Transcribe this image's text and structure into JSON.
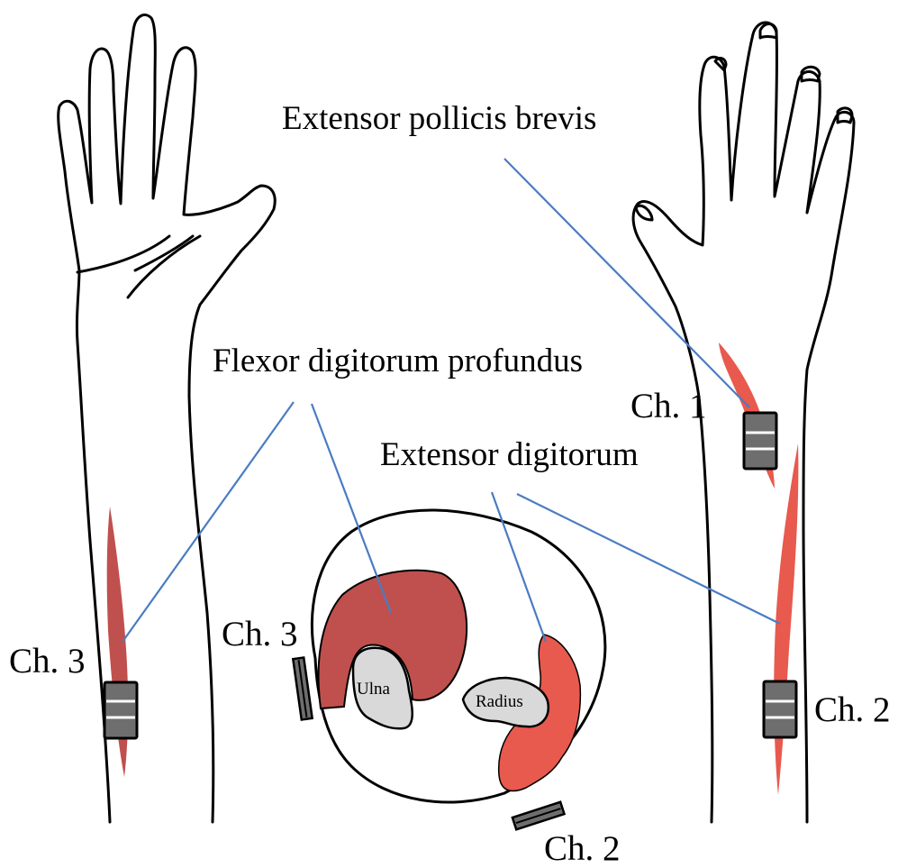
{
  "labels": {
    "epb": "Extensor pollicis brevis",
    "fdp": "Flexor digitorum profundus",
    "ed": "Extensor digitorum",
    "ch1": "Ch. 1",
    "ch2_right": "Ch. 2",
    "ch2_cross": "Ch. 2",
    "ch3_left": "Ch. 3",
    "ch3_cross": "Ch. 3",
    "ulna": "Ulna",
    "radius": "Radius"
  },
  "colors": {
    "muscle_dark": "#c0504d",
    "muscle_light": "#e8594e",
    "bone": "#d9d9d9",
    "electrode": "#6e6e6e",
    "leader": "#4a7cc2"
  }
}
